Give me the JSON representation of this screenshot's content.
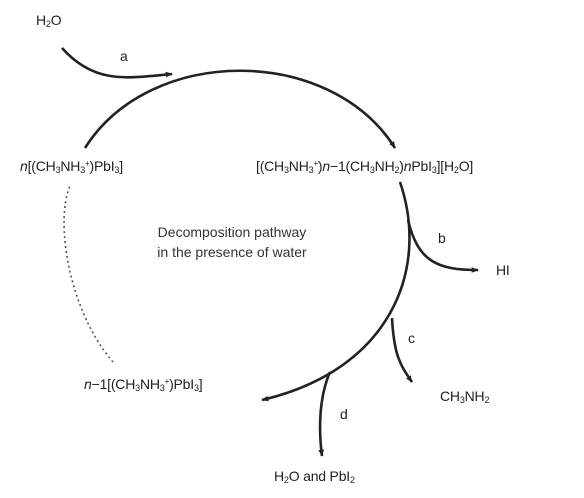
{
  "title": "",
  "center_label": {
    "line1": "Decomposition pathway",
    "line2": "in the presence of water"
  },
  "species": {
    "water_in": "H2O",
    "perovskite": "n[(CH3NH3+)PbI3]",
    "hydrate": "[(CH3NH3+)n−1(CH3NH2)nPbI3][H2O]",
    "hi": "HI",
    "methylamine": "CH3NH2",
    "residual_perovskite": "n−1[(CH3NH3+)PbI3]",
    "products": "H2O and PbI2"
  },
  "steps": {
    "a": "a",
    "b": "b",
    "c": "c",
    "d": "d"
  },
  "colors": {
    "ink": "#222222",
    "dashed_arc": "#555555"
  }
}
